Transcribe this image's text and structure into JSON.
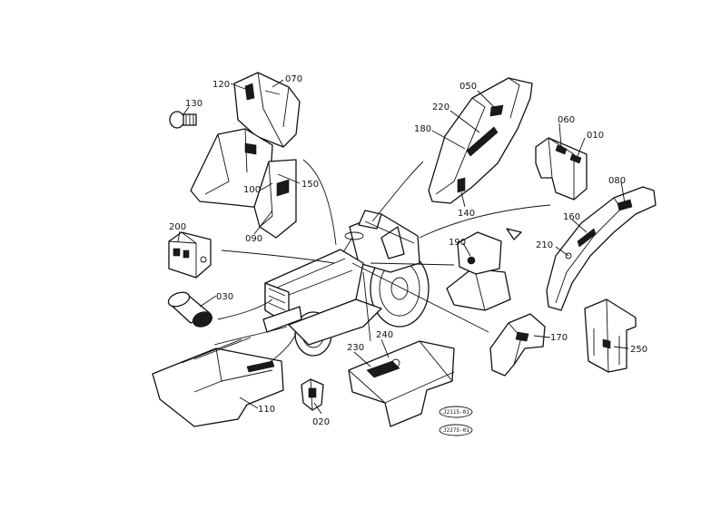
{
  "colors": {
    "ink": "#111111",
    "paper": "#ffffff"
  },
  "callouts": [
    {
      "id": "c120",
      "label": "120"
    },
    {
      "id": "c070",
      "label": "070"
    },
    {
      "id": "c130",
      "label": "130"
    },
    {
      "id": "c050",
      "label": "050"
    },
    {
      "id": "c220",
      "label": "220"
    },
    {
      "id": "c180",
      "label": "180"
    },
    {
      "id": "c140",
      "label": "140"
    },
    {
      "id": "c060",
      "label": "060"
    },
    {
      "id": "c010",
      "label": "010"
    },
    {
      "id": "c080",
      "label": "080"
    },
    {
      "id": "c160",
      "label": "160"
    },
    {
      "id": "c210",
      "label": "210"
    },
    {
      "id": "c100",
      "label": "100"
    },
    {
      "id": "c150",
      "label": "150"
    },
    {
      "id": "c090",
      "label": "090"
    },
    {
      "id": "c200",
      "label": "200"
    },
    {
      "id": "c190",
      "label": "190"
    },
    {
      "id": "c030",
      "label": "030"
    },
    {
      "id": "c170",
      "label": "170"
    },
    {
      "id": "c250",
      "label": "250"
    },
    {
      "id": "c230",
      "label": "230"
    },
    {
      "id": "c240",
      "label": "240"
    },
    {
      "id": "c110",
      "label": "110"
    },
    {
      "id": "c020",
      "label": "020"
    }
  ],
  "stamps": [
    {
      "id": "s1",
      "text": "J2115-01"
    },
    {
      "id": "s2",
      "text": "J2275-01"
    }
  ]
}
